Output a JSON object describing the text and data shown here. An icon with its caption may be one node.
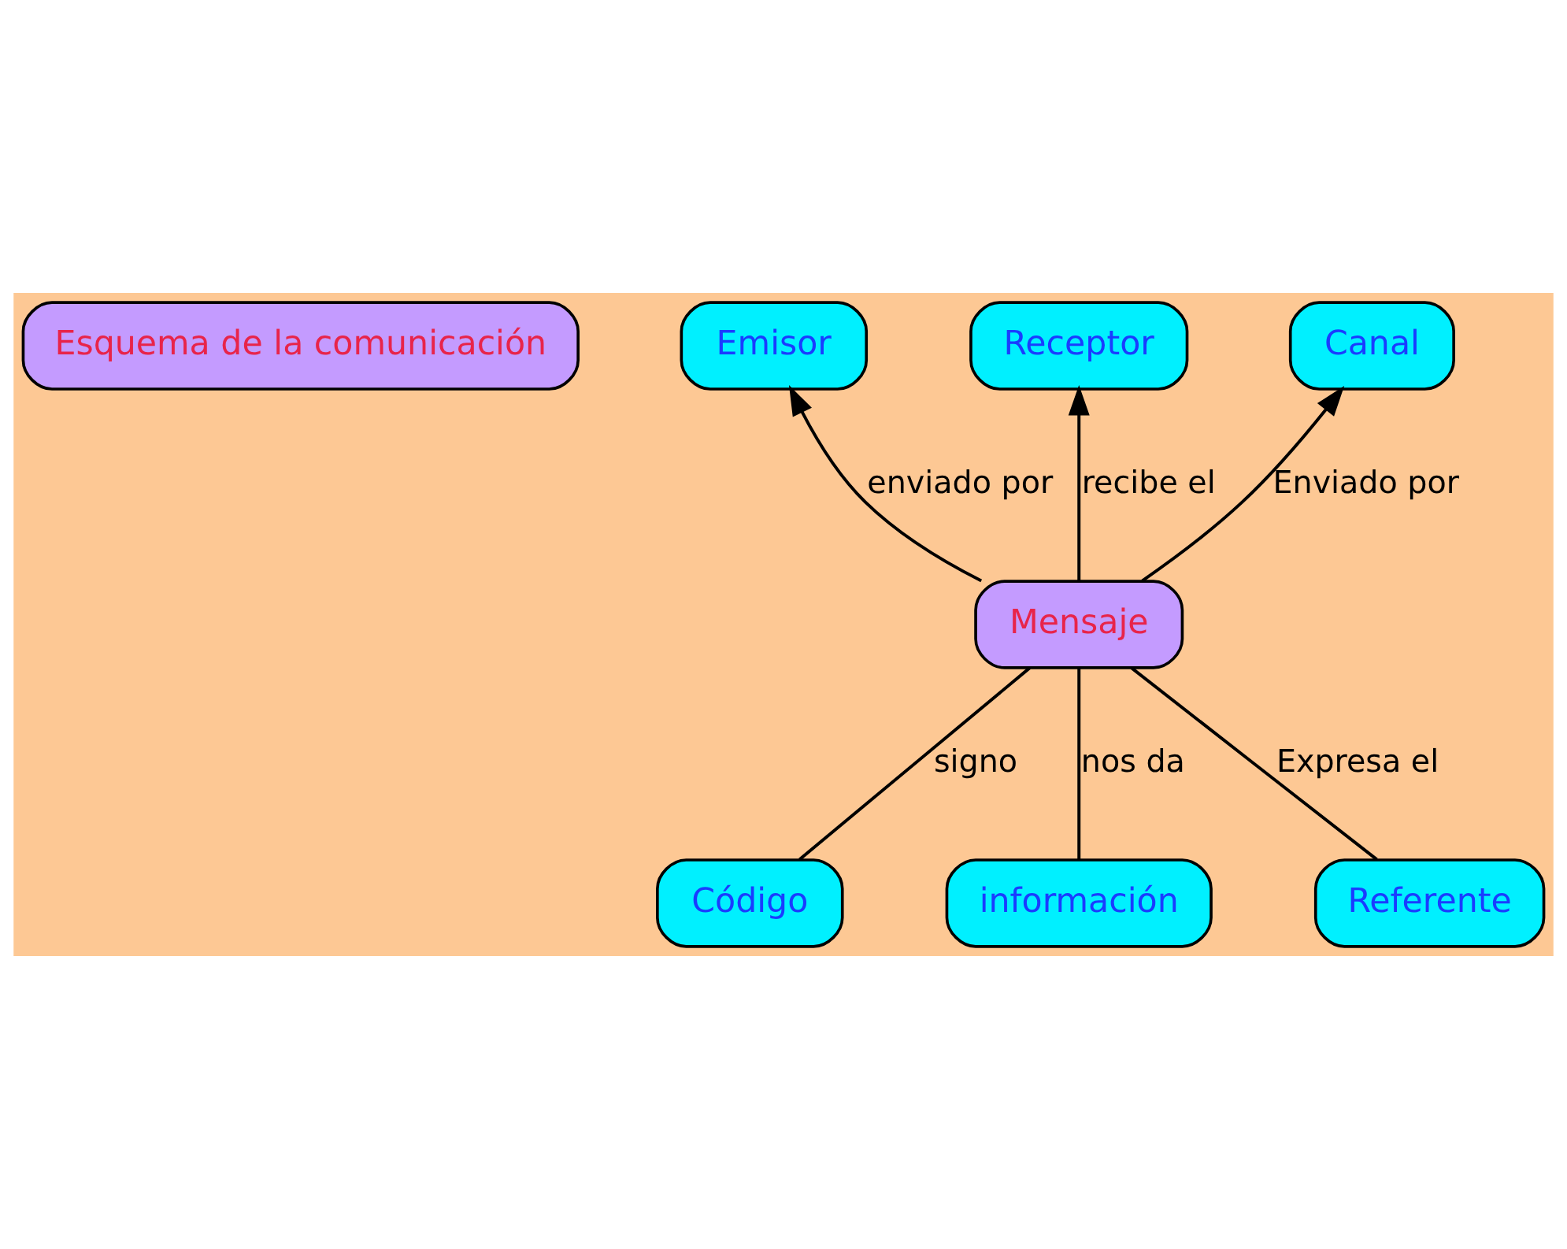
{
  "diagram": {
    "nodes": [
      {
        "text": [
          "Esquema de la comunicación"
        ]
      },
      {
        "text": [
          "Emisor"
        ]
      },
      {
        "text": [
          "Receptor"
        ]
      },
      {
        "text": [
          "Canal"
        ]
      },
      {
        "text": [
          "Mensaje"
        ]
      },
      {
        "text": [
          "Código"
        ]
      },
      {
        "text": [
          "información"
        ]
      },
      {
        "text": [
          "Referente"
        ]
      }
    ],
    "edges": [
      {
        "from": 4,
        "to": 1,
        "arrow": "to",
        "label": "enviado por"
      },
      {
        "from": 4,
        "to": 2,
        "arrow": "to",
        "label": "recibe el"
      },
      {
        "from": 4,
        "to": 3,
        "arrow": "to",
        "label": "Enviado por"
      },
      {
        "from": 4,
        "to": 5,
        "arrow": "none",
        "label": "signo"
      },
      {
        "from": 4,
        "to": 6,
        "arrow": "none",
        "label": "nos da"
      },
      {
        "from": 4,
        "to": 7,
        "arrow": "none",
        "label": "Expresa el"
      }
    ]
  }
}
